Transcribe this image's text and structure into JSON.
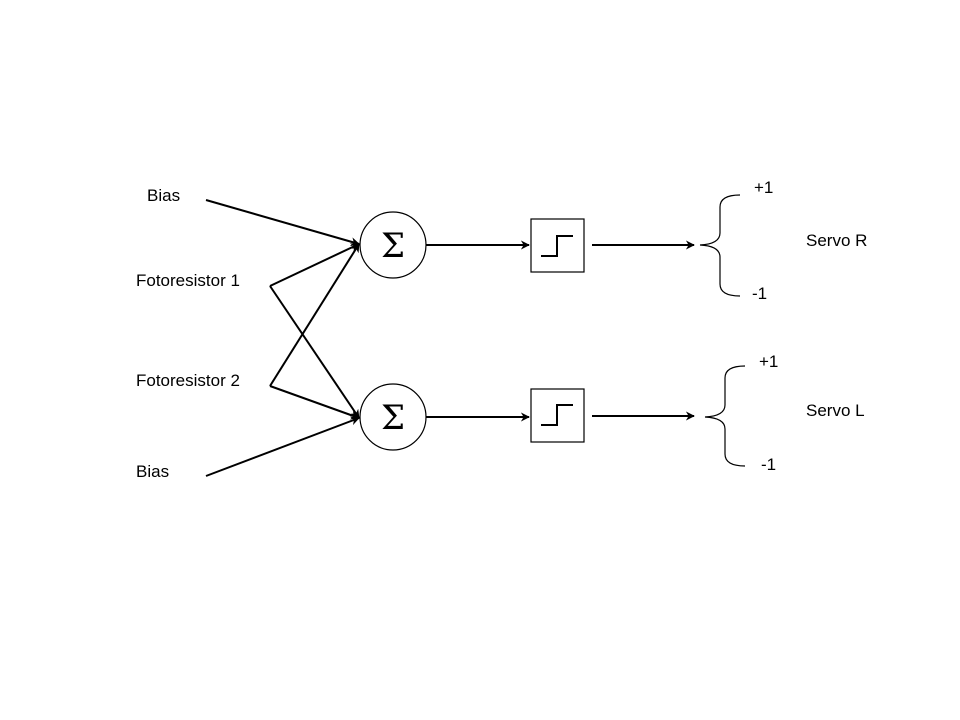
{
  "inputs": {
    "bias_top": "Bias",
    "fotoresistor_1": "Fotoresistor 1",
    "fotoresistor_2": "Fotoresistor 2",
    "bias_bottom": "Bias"
  },
  "neurons": {
    "top_symbol": "Σ",
    "bottom_symbol": "Σ"
  },
  "outputs": {
    "servo_r": {
      "label": "Servo R",
      "high": "+1",
      "low": "-1"
    },
    "servo_l": {
      "label": "Servo L",
      "high": "+1",
      "low": "-1"
    }
  }
}
